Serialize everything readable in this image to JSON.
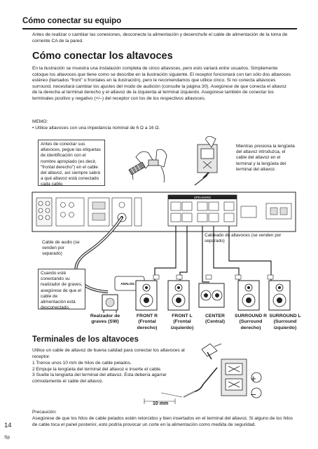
{
  "section_title": "Cómo conectar su equipo",
  "intro_paragraph": "Antes de realizar o cambiar las conexiones, desconecte la alimentación y desenchufe el cable de alimentación de la toma de corriente CA de la pared.",
  "main_heading": "Cómo conectar los altavoces",
  "body_paragraph": "En la ilustración se muestra una instalación completa de cinco altavoces, pero esto variará entre usuarios. Simplemente coloque los altavoces que tiene como se describe en la ilustración siguiente. El receptor funcionará con tan sólo dos altavoces estéreo (llamados “front” o frontales en la ilustración), pero le recomendamos que utilice cinco. Si no conecta altavoces surround, necesitará cambiar los ajustes del modo de audición (consulte la página 30). Asegúrese de que conecta el altavoz de la derecha al terminal derecho y el altavoz de la izquierda al terminal izquierdo. Asegúrese también de conectar los terminales positivo y negativo (+/–) del receptor con los de los respectivos altavoces.",
  "memo": {
    "title": "MEMO:",
    "bullet": "•  Utilice altavoces con una impedancia nominal de 6 Ω a 16 Ω."
  },
  "diagram": {
    "callout_labels": "Antes de conectar sus altavoces, pegue las etiquetas de identificación con el nombre apropiado (es decir, \"frontal derecho\") en el cable del altavoz, así siempre sabrá a qué altavoz está conectado cada cable.",
    "callout_press": "Mientras presiona la lengüeta del altavoz introduzca, el cable del altavoz en el terminal y la lengüeta del terminal del altavoz.",
    "speaker_wiring": "Cableado de altavoces (se venden por separado)",
    "audio_cable": "Cable de audio (se venden por separado)",
    "subwoofer_note": "Cuando esté conectando su realizador de graves, asegúrese de que el cable de alimentación está desconectado.",
    "analog_in": "ANALOG IN",
    "speakers_panel": "SPEAKERS",
    "speakers": [
      {
        "label": "Realzador de graves (SW)"
      },
      {
        "label": "FRONT R (Frontal derecho)"
      },
      {
        "label": "FRONT L (Frontal izquierdo)"
      },
      {
        "label": "CENTER (Central)"
      },
      {
        "label": "SURROUND R (Surround derecho)"
      },
      {
        "label": "SURROUND L (Surround izquierdo)"
      }
    ]
  },
  "terminals": {
    "heading": "Terminales de los altavoces",
    "intro": "Utilice un cable de altavoz de buena calidad para conectar los altavoces al receptor.",
    "steps": [
      "1  Trence unos 10 mm de hilos de cable pelados.",
      "2  Empuje la lengüeta del terminal del altavoz e inserte el cable.",
      "3  Suelte la lengüeta del terminal del altavoz. Esta debería agarrar cómodamente el cable del altavoz."
    ],
    "measure": "10 mm",
    "plus": "+",
    "minus": "–"
  },
  "precaution": {
    "title": "Precaución:",
    "text": "Asegúrese de que los hilos de cable pelados estén retorcidos y bien insertados en el terminal del altavoz. Si alguno de los hilos de cable toca el panel posterior, esto podría provocar un corte en la alimentación como medida de seguridad."
  },
  "page": {
    "number": "14",
    "lang": "Sp"
  },
  "colors": {
    "text": "#1a1a1a",
    "wire": "#333333",
    "panel": "#ffffff"
  }
}
